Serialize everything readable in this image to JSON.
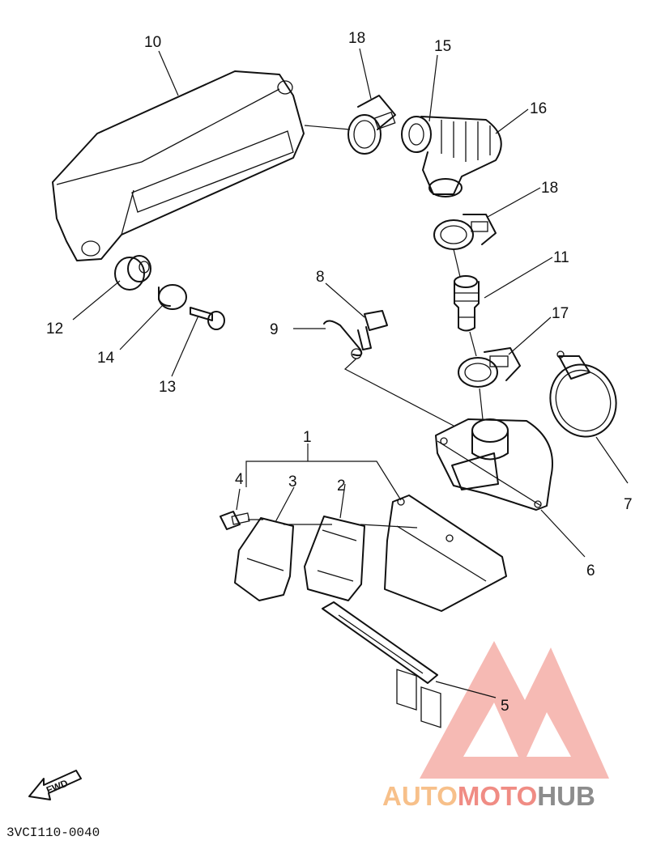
{
  "callouts": {
    "c1": "1",
    "c2": "2",
    "c3": "3",
    "c4": "4",
    "c5": "5",
    "c6": "6",
    "c7": "7",
    "c8": "8",
    "c9": "9",
    "c10": "10",
    "c11": "11",
    "c12": "12",
    "c13": "13",
    "c14": "14",
    "c15": "15",
    "c16": "16",
    "c17": "17",
    "c18a": "18",
    "c18b": "18"
  },
  "fwd_label": "FWD",
  "diagram_code": "3VCI110-0040",
  "watermark": {
    "part1": "AUTO",
    "part2": "MOTO",
    "part3": "HUB",
    "colors": {
      "light": "#f7c08a",
      "red": "#f08c84",
      "gray": "#8c8c8c"
    }
  }
}
